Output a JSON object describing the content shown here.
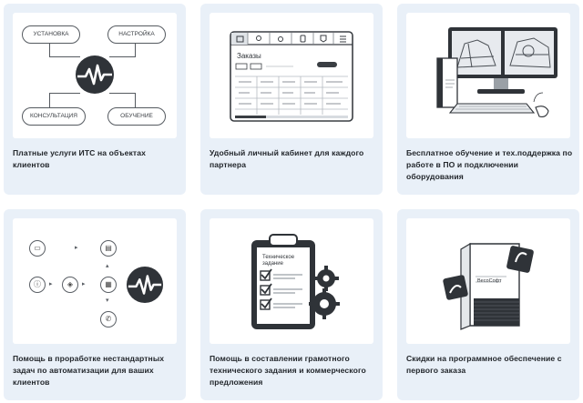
{
  "cards": [
    {
      "caption": "Платные услуги ИТС на объектах клиентов",
      "pills": {
        "install": "УСТАНОВКА",
        "setup": "НАСТРОЙКА",
        "consult": "КОНСУЛЬТАЦИЯ",
        "training": "ОБУЧЕНИЕ"
      }
    },
    {
      "caption": "Удобный личный кабинет для каждого партнера",
      "screen_title": "Заказы"
    },
    {
      "caption": "Бесплатное обучение и тех.поддержка по работе в ПО и подключении оборудования"
    },
    {
      "caption": "Помощь в проработке нестандартных задач по автоматизации для ваших клиентов"
    },
    {
      "caption": "Помощь в составлении грамотного технического задания и коммерческого предложения",
      "clipboard_title": "Техническое задание"
    },
    {
      "caption": "Скидки на программное обеспечение с первого заказа",
      "box_brand": "ВесоСофт"
    }
  ],
  "colors": {
    "card_bg": "#e9f0f8",
    "illus_bg": "#ffffff",
    "text": "#22262b",
    "accent": "#2f3338"
  }
}
